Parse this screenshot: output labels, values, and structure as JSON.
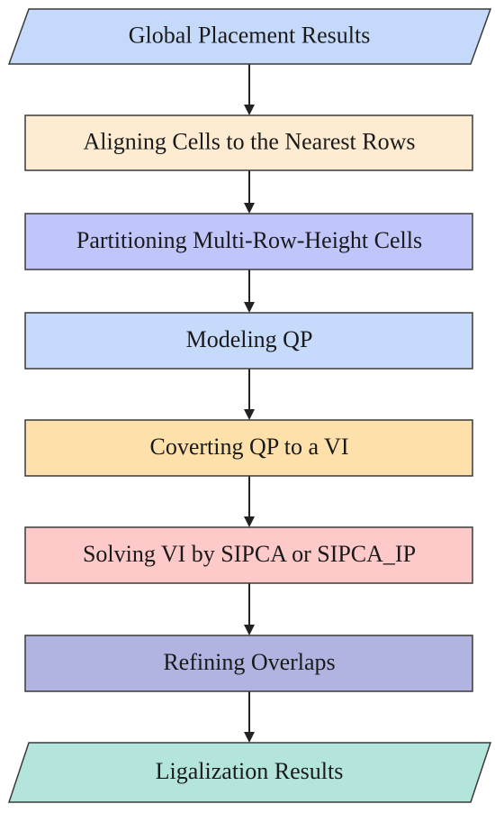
{
  "nodes": [
    {
      "id": "start",
      "label": "Global Placement Results",
      "shape": "parallelogram",
      "fill": "#c5dafb"
    },
    {
      "id": "align",
      "label": "Aligning Cells to the Nearest Rows",
      "shape": "rect",
      "fill": "#fdebd2"
    },
    {
      "id": "partition",
      "label": "Partitioning Multi-Row-Height Cells",
      "shape": "rect",
      "fill": "#c0c5fa"
    },
    {
      "id": "model",
      "label": "Modeling QP",
      "shape": "rect",
      "fill": "#c6dafc"
    },
    {
      "id": "convert",
      "label": "Coverting QP to a VI",
      "shape": "rect",
      "fill": "#fde0aa"
    },
    {
      "id": "solve",
      "label": "Solving VI by SIPCA or SIPCA_IP",
      "shape": "rect",
      "fill": "#fdc9c9"
    },
    {
      "id": "refine",
      "label": "Refining Overlaps",
      "shape": "rect",
      "fill": "#b1b4e1"
    },
    {
      "id": "end",
      "label": "Ligalization Results",
      "shape": "parallelogram",
      "fill": "#b4e5dc"
    }
  ],
  "edges": [
    {
      "from": "start",
      "to": "align"
    },
    {
      "from": "align",
      "to": "partition"
    },
    {
      "from": "partition",
      "to": "model"
    },
    {
      "from": "model",
      "to": "convert"
    },
    {
      "from": "convert",
      "to": "solve"
    },
    {
      "from": "solve",
      "to": "refine"
    },
    {
      "from": "refine",
      "to": "end"
    }
  ]
}
